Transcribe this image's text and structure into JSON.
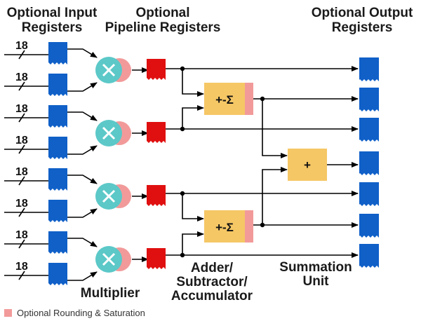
{
  "headers": {
    "input_registers": [
      "Optional Input",
      "Registers"
    ],
    "pipeline_registers": [
      "Optional",
      "Pipeline Registers"
    ],
    "output_registers": [
      "Optional Output",
      "Registers"
    ]
  },
  "input_bus_width": "18",
  "operators": {
    "adder_acc": "+-Σ",
    "summation": "+"
  },
  "labels": {
    "multiplier": "Multiplier",
    "adder": [
      "Adder/",
      "Subtractor/",
      "Accumulator"
    ],
    "summation": [
      "Summation",
      "Unit"
    ]
  },
  "legend": {
    "text": "Optional Rounding & Saturation"
  },
  "colors": {
    "register": "#1060c8",
    "pipeline": "#e01010",
    "multiplier": "#5cc8c8",
    "rounding": "#f29a9a",
    "adder": "#f5c765"
  }
}
